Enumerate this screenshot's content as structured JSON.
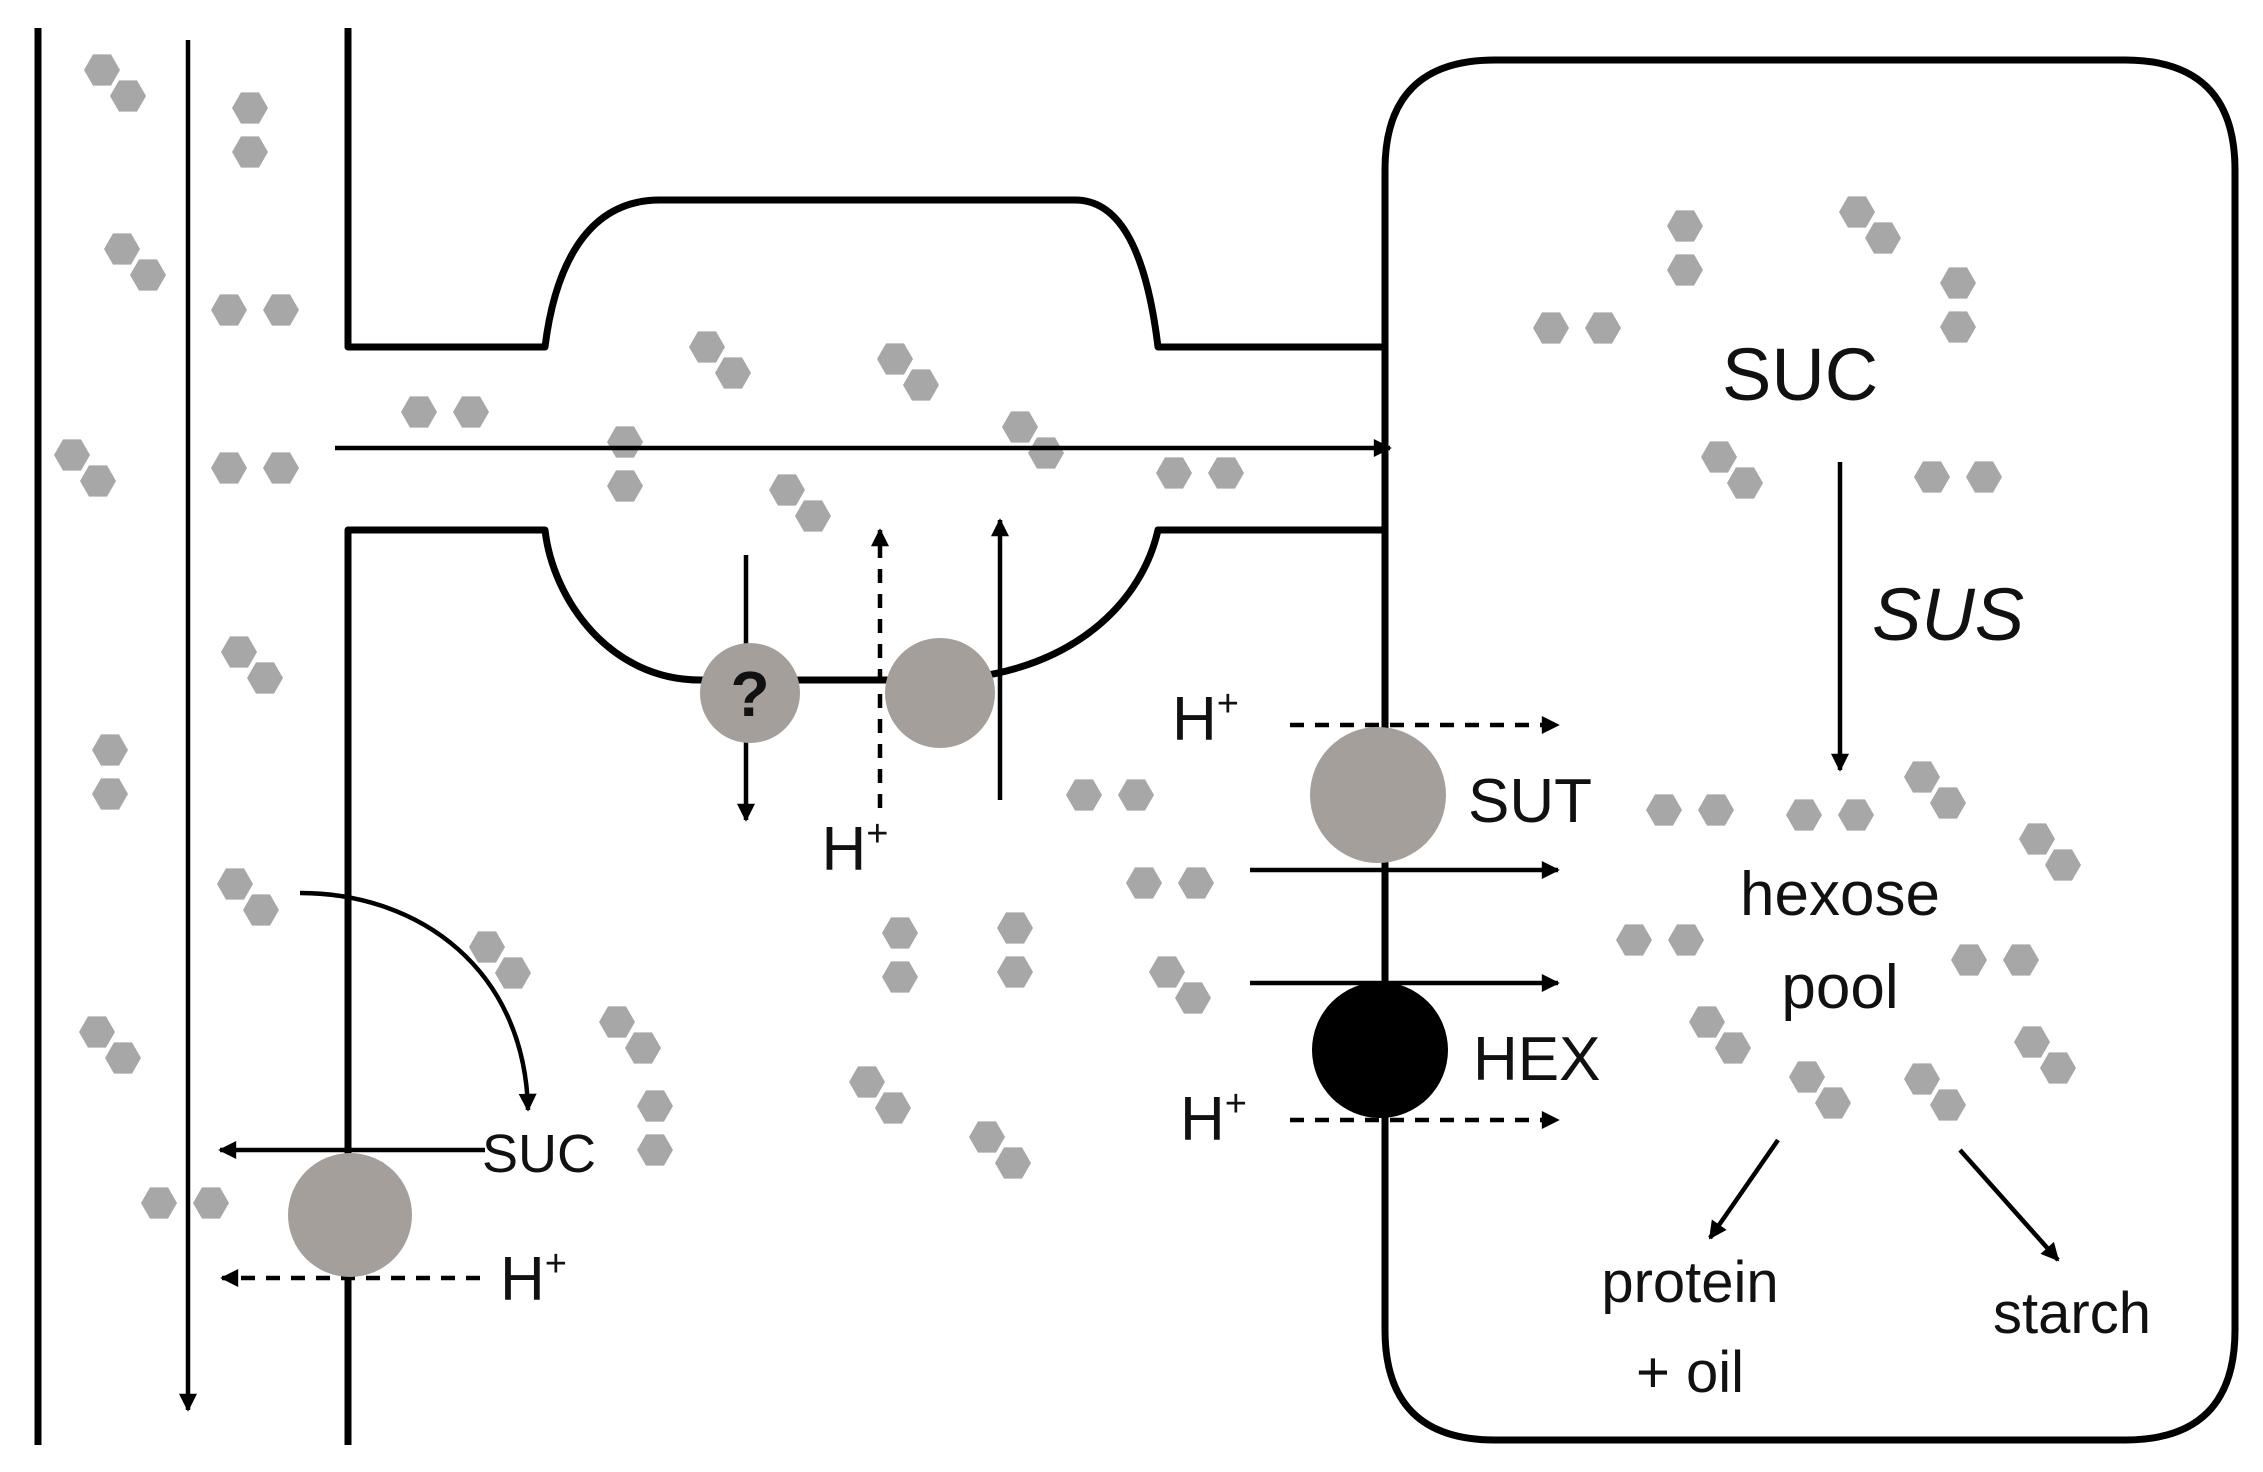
{
  "labels": {
    "suc_right": "SUC",
    "sus": "SUS",
    "sut": "SUT",
    "hex": "HEX",
    "hexose_line1": "hexose",
    "hexose_line2": "pool",
    "protein_line1": "protein",
    "protein_line2": "+ oil",
    "starch": "starch",
    "suc_left": "SUC",
    "h_base": "H",
    "h_plus": "+",
    "question": "?"
  },
  "colors": {
    "molecule": "#a7a7a7",
    "transporter_gray": "#a59f9c",
    "hexose_transporter": "#000000",
    "membrane": "#000000"
  }
}
